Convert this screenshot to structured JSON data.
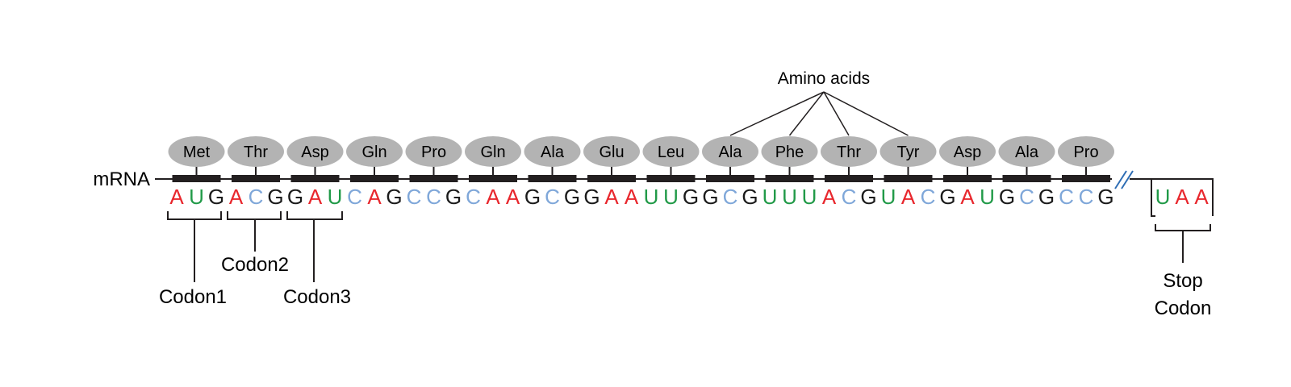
{
  "labels": {
    "mrna": "mRNA",
    "amino_acids": "Amino acids",
    "codon1": "Codon1",
    "codon2": "Codon2",
    "codon3": "Codon3",
    "stop_line1": "Stop",
    "stop_line2": "Codon"
  },
  "amino_acids": [
    "Met",
    "Thr",
    "Asp",
    "Gln",
    "Pro",
    "Gln",
    "Ala",
    "Glu",
    "Leu",
    "Ala",
    "Phe",
    "Thr",
    "Tyr",
    "Asp",
    "Ala",
    "Pro"
  ],
  "amino_acid_pointer_targets": [
    9,
    10,
    11,
    12
  ],
  "sequence": "AUGACGGAUCAGCCGCAAGCGGAAUUGGCGUUUACGUACGAUGCGCCG",
  "stop_sequence": "UAA",
  "colors": {
    "A": "#e8272d",
    "U": "#219a48",
    "C": "#7fa7d9",
    "G": "#1a1a1a",
    "amino_acid_fill": "#b3b3b3",
    "bar": "#231f20",
    "break_mark": "#2e6db4"
  }
}
